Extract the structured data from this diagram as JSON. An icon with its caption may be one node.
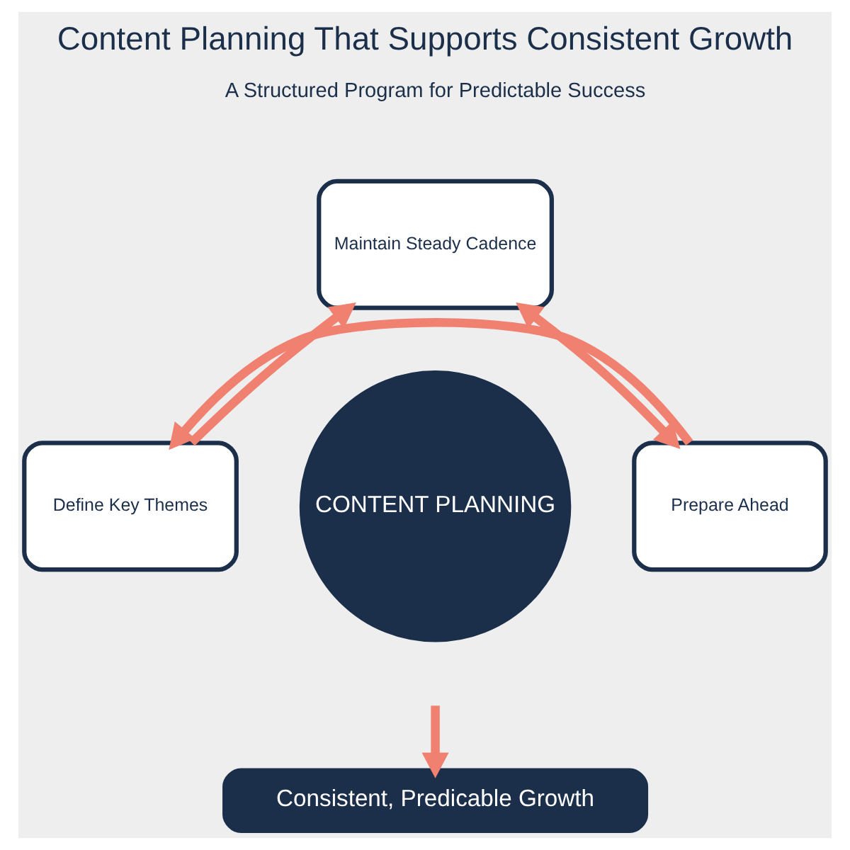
{
  "diagram": {
    "title": "Content Planning That Supports Consistent Growth",
    "nodes": [
      {
        "text": [
          "Maintain Steady Cadence"
        ]
      },
      {
        "text": [
          "CONTENT PLANNING"
        ]
      },
      {
        "text": [
          "Define Key Themes"
        ]
      },
      {
        "text": [
          "Prepare Ahead"
        ]
      },
      {
        "text": [
          "Consistent, Predicable Growth"
        ]
      }
    ],
    "edges": [
      {
        "from": 2,
        "to": 0,
        "arrow": "to"
      },
      {
        "from": 0,
        "to": 3,
        "arrow": "both"
      },
      {
        "from": 3,
        "to": 2,
        "arrow": "to"
      },
      {
        "from": null,
        "to": 4,
        "arrow": "to"
      }
    ],
    "labels": [
      "A Structured Program for Predictable Success"
    ]
  }
}
